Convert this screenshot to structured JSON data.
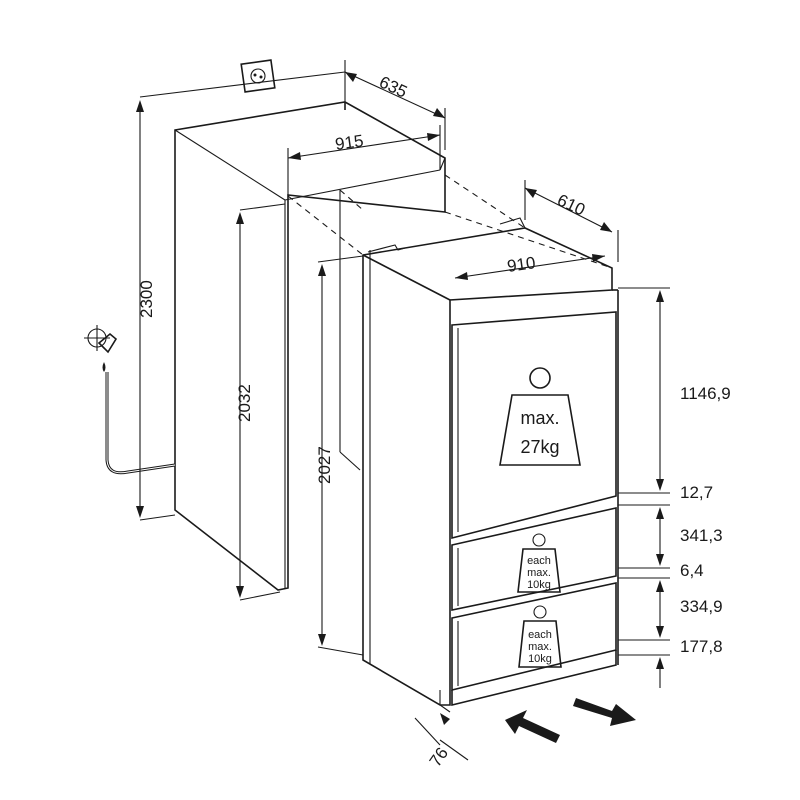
{
  "dimensions": {
    "niche_height": "2300",
    "niche_depth": "635",
    "niche_width": "915",
    "opening_height": "2032",
    "appliance_height": "2027",
    "appliance_depth": "610",
    "appliance_width": "910",
    "door_top_height": "1146,9",
    "gap_1": "12,7",
    "drawer_1_height": "341,3",
    "gap_2": "6,4",
    "drawer_2_height": "334,9",
    "plinth_height": "177,8",
    "door_offset": "76"
  },
  "load_labels": {
    "top_door": {
      "line1": "max.",
      "line2": "27kg"
    },
    "drawer_1": {
      "line1": "each",
      "line2": "max.",
      "line3": "10kg"
    },
    "drawer_2": {
      "line1": "each",
      "line2": "max.",
      "line3": "10kg"
    }
  },
  "icons": [
    "power-socket-icon",
    "water-tap-icon",
    "weight-icon",
    "ventilation-arrow-in-icon",
    "ventilation-arrow-out-icon"
  ]
}
